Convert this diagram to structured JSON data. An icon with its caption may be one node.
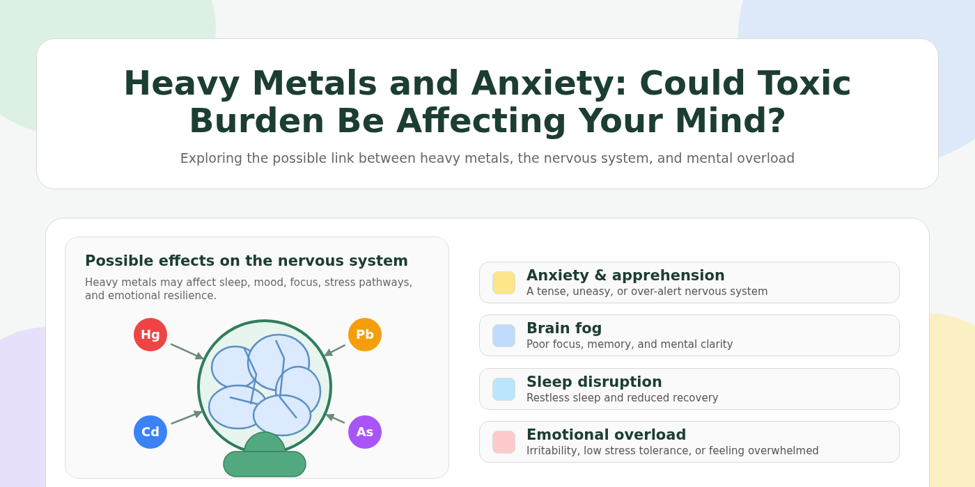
{
  "diagram": {
    "title": "Heavy Metals and Anxiety: Could Toxic Burden Be Affecting Your Mind?",
    "nodes": [
      {
        "text": [
          "Possible effects on the nervous system",
          "Heavy metals may affect sleep, mood, focus, stress pathways, and emotional resilience."
        ]
      },
      {
        "text": [
          "Hg"
        ],
        "in": 0
      },
      {
        "text": [
          "Pb"
        ],
        "in": 0
      },
      {
        "text": [
          "Cd"
        ],
        "in": 0
      },
      {
        "text": [
          "As"
        ],
        "in": 0
      },
      {
        "text": [],
        "shape": "picture",
        "in": 0
      },
      {
        "text": [
          "Anxiety & apprehension",
          "A tense, uneasy, or over-alert nervous system"
        ]
      },
      {
        "text": [
          "Brain fog",
          "Poor focus, memory, and mental clarity"
        ]
      },
      {
        "text": [
          "Sleep disruption",
          "Restless sleep and reduced recovery"
        ]
      },
      {
        "text": [
          "Emotional overload",
          "Irritability, low stress tolerance, or feeling overwhelmed"
        ]
      }
    ],
    "edges": [
      {
        "from": 1,
        "to": 5,
        "arrow": "to"
      },
      {
        "from": 2,
        "to": 5,
        "arrow": "to"
      },
      {
        "from": 3,
        "to": 5,
        "arrow": "to"
      },
      {
        "from": 4,
        "to": 5,
        "arrow": "to"
      }
    ],
    "labels": [
      "Exploring the possible link between heavy metals, the nervous system, and mental overload"
    ]
  }
}
